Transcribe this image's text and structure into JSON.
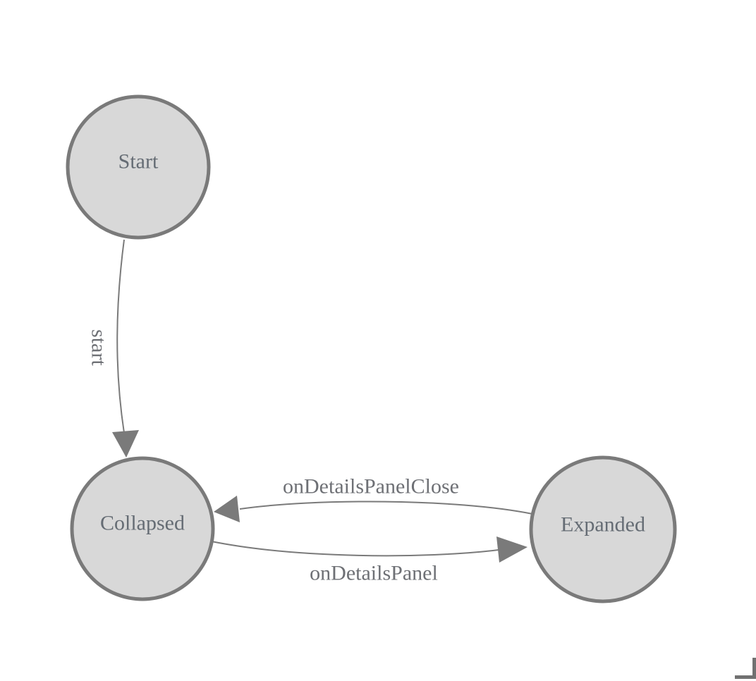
{
  "diagram": {
    "type": "state-machine",
    "background_color": "#ffffff",
    "node_fill_color": "#d8d8d8",
    "node_border_color": "#7a7a7a",
    "edge_color": "#7a7a7a",
    "node_label_color": "#656c74",
    "edge_label_color": "#6e7075",
    "nodes": [
      {
        "id": "start",
        "label": "Start"
      },
      {
        "id": "collapsed",
        "label": "Collapsed"
      },
      {
        "id": "expanded",
        "label": "Expanded"
      }
    ],
    "edges": [
      {
        "from": "start",
        "to": "collapsed",
        "label": "start",
        "label_orientation": "rotated-90-clockwise"
      },
      {
        "from": "expanded",
        "to": "collapsed",
        "label": "onDetailsPanelClose",
        "label_orientation": "horizontal"
      },
      {
        "from": "collapsed",
        "to": "expanded",
        "label": "onDetailsPanel",
        "label_orientation": "horizontal"
      }
    ]
  },
  "icons": {
    "arrowhead": "filled-triangle",
    "resize_corner": "corner-bracket",
    "resize_corner_color": "#717171"
  }
}
